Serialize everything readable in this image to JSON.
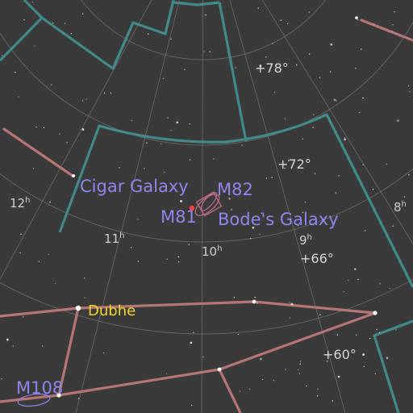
{
  "labels": {
    "dec_78": "+78°",
    "dec_72": "+72°",
    "dec_66": "+66°",
    "dec_60": "+60°",
    "ra_12": "12",
    "ra_11": "11",
    "ra_10": "10",
    "ra_9": "9",
    "ra_8": "8",
    "hour_suffix": "h"
  },
  "objects": {
    "cigar_galaxy": "Cigar Galaxy",
    "m82": "M82",
    "m81": "M81",
    "bodes_galaxy": "Bode's Galaxy",
    "m108": "M108",
    "dubhe": "Dubhe"
  },
  "colors": {
    "background": "#3a3a3a",
    "grid": "#7c7c7c",
    "boundary": "#3f8a8a",
    "stick": "#b87474",
    "dso": "#8e86f0",
    "star_label": "#f0d820",
    "marker": "#ff4040"
  }
}
